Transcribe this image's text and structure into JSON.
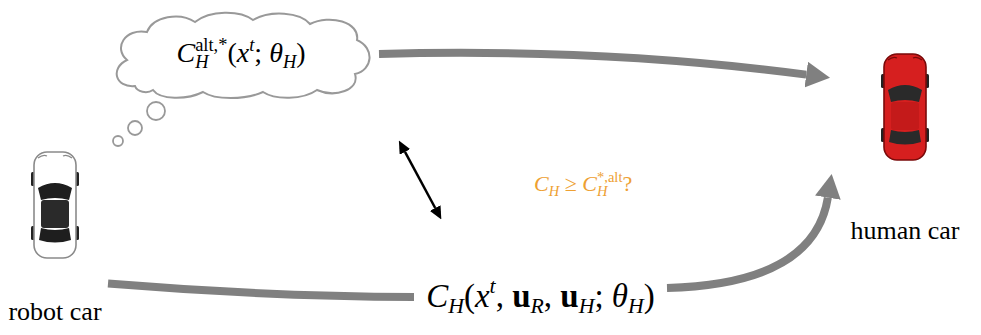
{
  "diagram": {
    "nodes": [
      {
        "text": [
          "CHalt,*(xt; θH)"
        ]
      },
      {
        "text": [
          "human car"
        ]
      },
      {
        "text": [
          "robot car"
        ]
      },
      {
        "text": [
          "CH(xt, uR, uH; θH)"
        ]
      }
    ],
    "edges": [
      {
        "from": 0,
        "to": 1,
        "arrow": "to"
      },
      {
        "from": 2,
        "to": 3,
        "arrow": "none"
      },
      {
        "from": 3,
        "to": 1,
        "arrow": "to"
      },
      {
        "from": 0,
        "to": 3,
        "arrow": "both",
        "label": "CH ≥ CH*,alt?"
      }
    ]
  }
}
